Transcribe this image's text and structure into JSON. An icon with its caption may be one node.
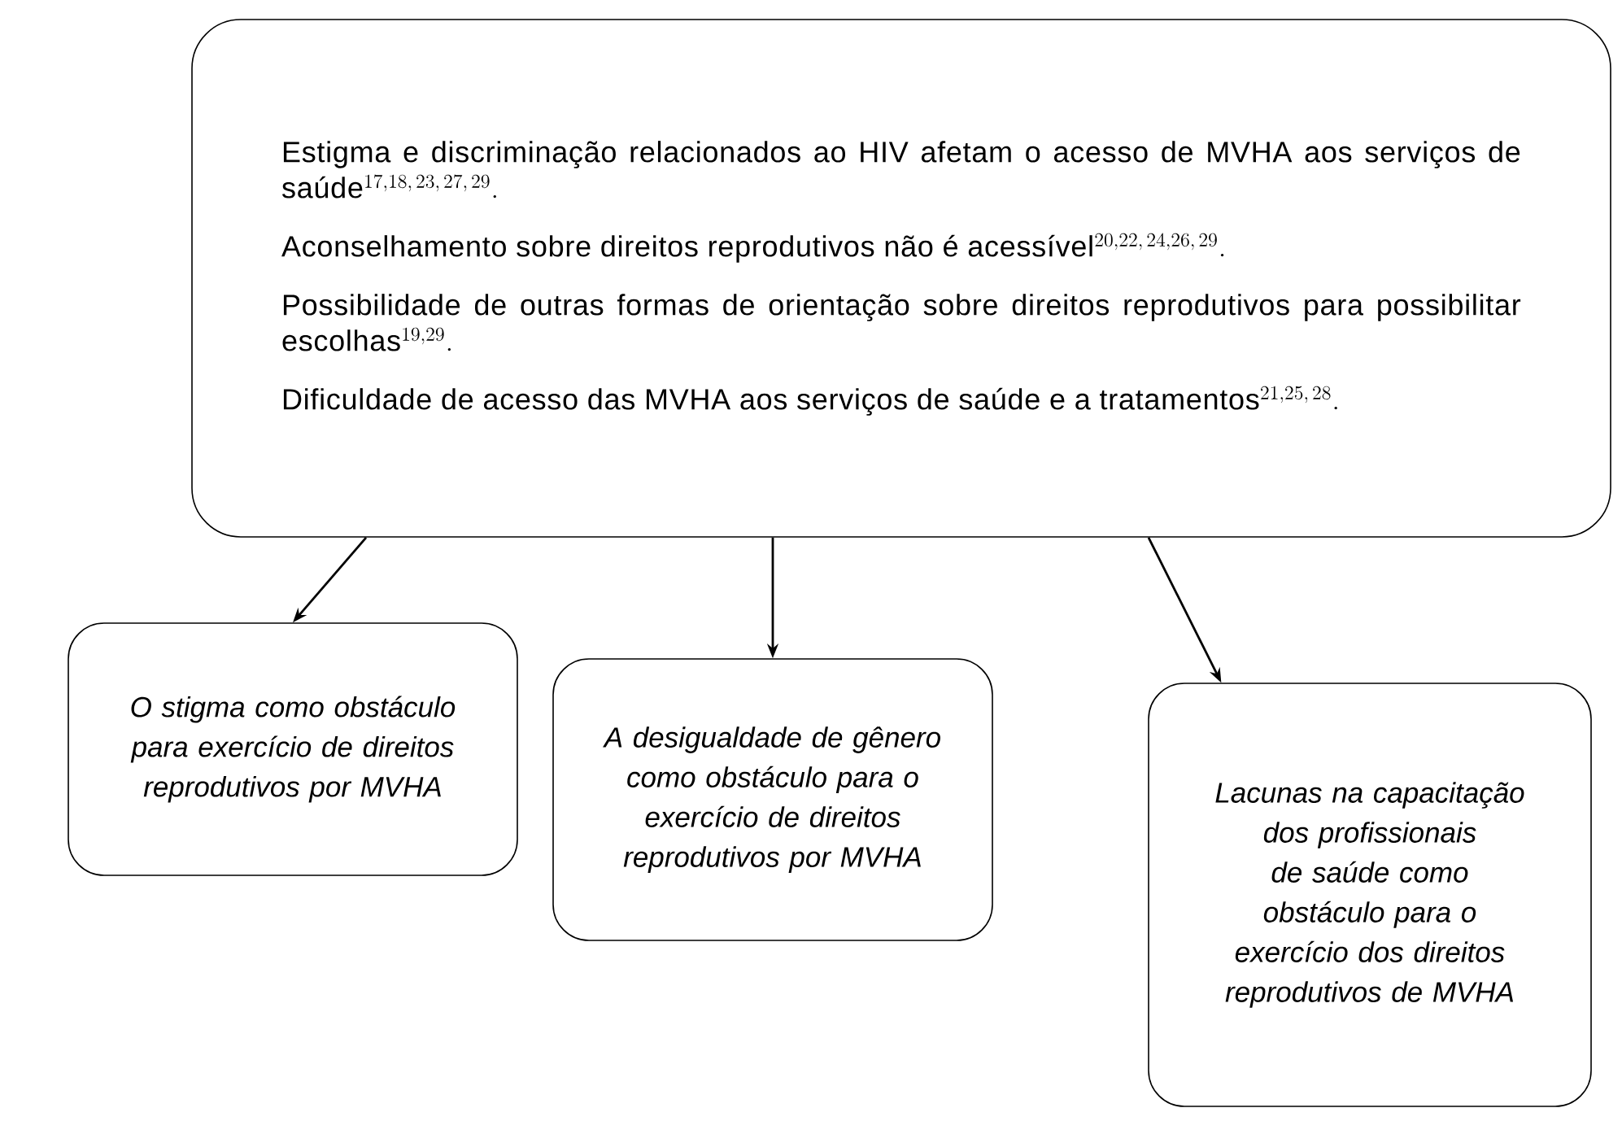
{
  "diagram": {
    "nodes": [
      {
        "text": [
          "Estigma e discriminação relacionados ao HIV afetam o acesso de MVHA aos serviços de saúde",
          "^{17,18,\\,23,\\,27,\\,29}.",
          "Aconselhamento sobre direitos reprodutivos não é acessível",
          "^{20,22,\\,24,26,\\,29}.",
          "Possibilidade de outras formas de orientação sobre direitos reprodutivos para possibilitar escolhas",
          "^{19,29}.",
          "Dificuldade de acesso das MVHA aos serviços de saúde e a tratamentos",
          "^{21,25,\\,28}."
        ]
      },
      {
        "text": [
          "O stigma como obstáculo para exercício de direitos reprodutivos por MVHA"
        ]
      },
      {
        "text": [
          "A desigualdade de gênero como obstáculo para o exercício de direitos reprodutivos por MVHA"
        ]
      },
      {
        "text": [
          "Lacunas na capacitação dos profissionais de saúde como obstáculo para o exercício dos direitos reprodutivos de MVHA"
        ]
      }
    ],
    "edges": [
      {
        "from": 0,
        "to": 1,
        "arrow": "to"
      },
      {
        "from": 0,
        "to": 2,
        "arrow": "to"
      },
      {
        "from": 0,
        "to": 3,
        "arrow": "to"
      }
    ]
  }
}
